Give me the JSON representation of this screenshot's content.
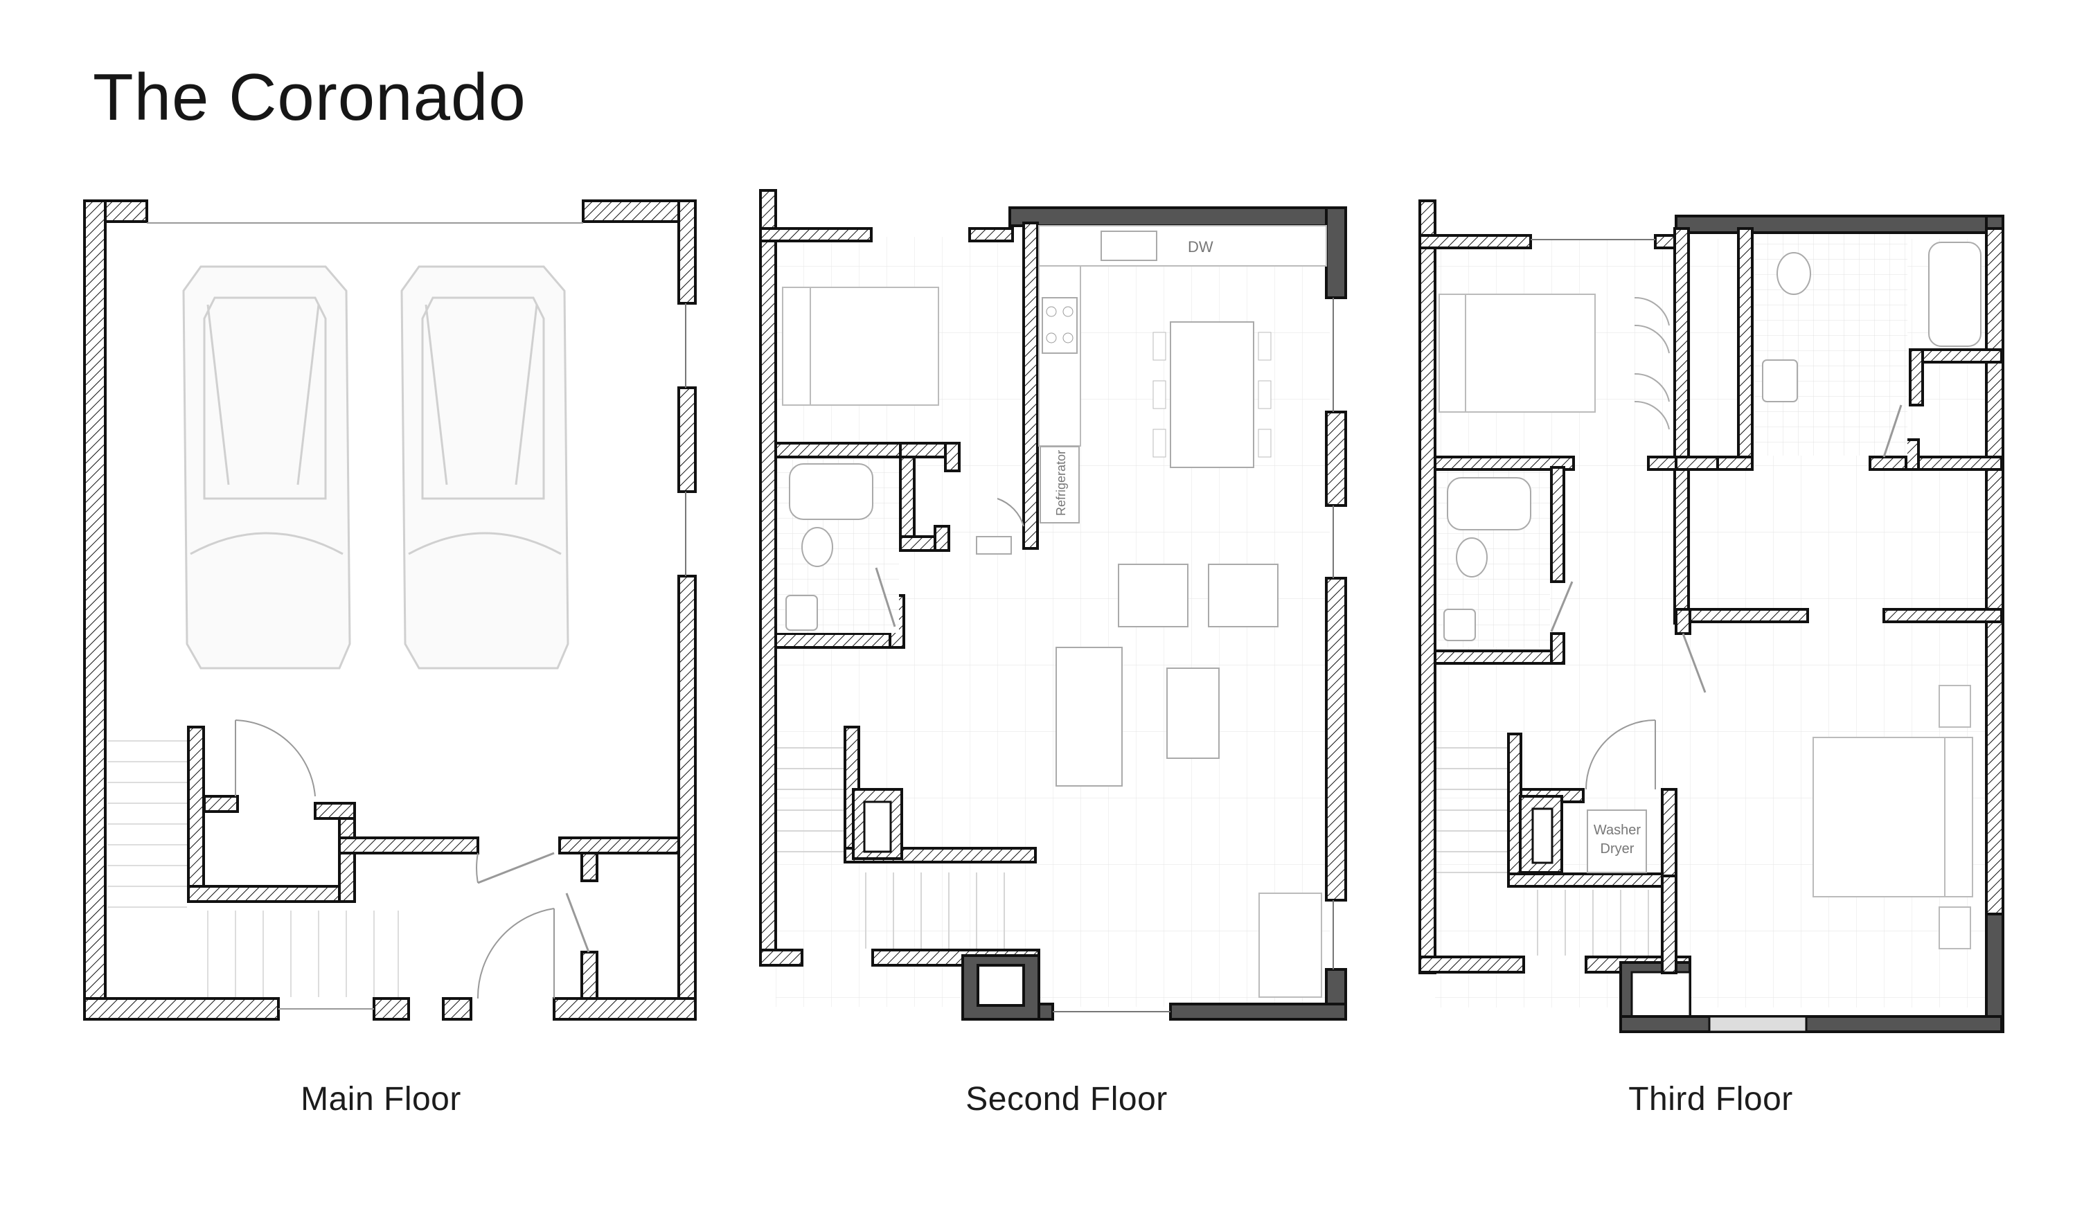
{
  "title": "The Coronado",
  "floors": [
    {
      "name": "Main Floor"
    },
    {
      "name": "Second Floor"
    },
    {
      "name": "Third Floor"
    }
  ],
  "labels": {
    "dishwasher": "DW",
    "refrigerator": "Refrigerator",
    "washer": "Washer",
    "dryer": "Dryer"
  }
}
